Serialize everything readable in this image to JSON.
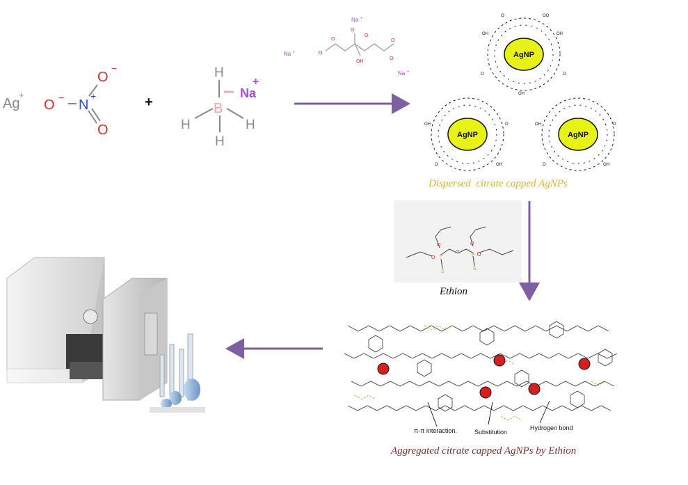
{
  "reagents": {
    "silver_nitrate": {
      "ag": "Ag",
      "ag_charge": "+",
      "o_minus_left": "O",
      "o_top": "O",
      "o_bottom": "O",
      "nitrogen": "N",
      "plus": "+",
      "minus": "−"
    },
    "plus_sign": "+",
    "sodium_borohydride": {
      "boron": "B",
      "h": "H",
      "sodium": "Na",
      "sodium_charge": "+"
    }
  },
  "citrate": {
    "na": "Na",
    "na_charge": "+",
    "o_minus": "O",
    "o": "O",
    "oh": "OH"
  },
  "nanoparticle_label": "AgNP",
  "captions": {
    "dispersed": "Dispersed  citrate capped AgNPs",
    "ethion": "Ethion",
    "aggregated": "Aggregated citrate capped AgNPs by Ethion"
  },
  "interaction_labels": {
    "pi_pi": "π-π interaction.",
    "substitution": "Substitution",
    "hydrogen_bond": "Hydrogen bond"
  },
  "ethion_atoms": {
    "o": "O",
    "p": "P",
    "s": "S"
  },
  "colors": {
    "arrow": "#7e5fa3",
    "oxygen": "#e8262b",
    "nitrogen": "#2c4fd8",
    "boron": "#f0a5a5",
    "sodium": "#a74dd6",
    "agnp_fill": "#e9f217",
    "agnp_red": "#d62020",
    "caption_yellow": "#e3b21b",
    "caption_red": "#8a2a2a"
  }
}
